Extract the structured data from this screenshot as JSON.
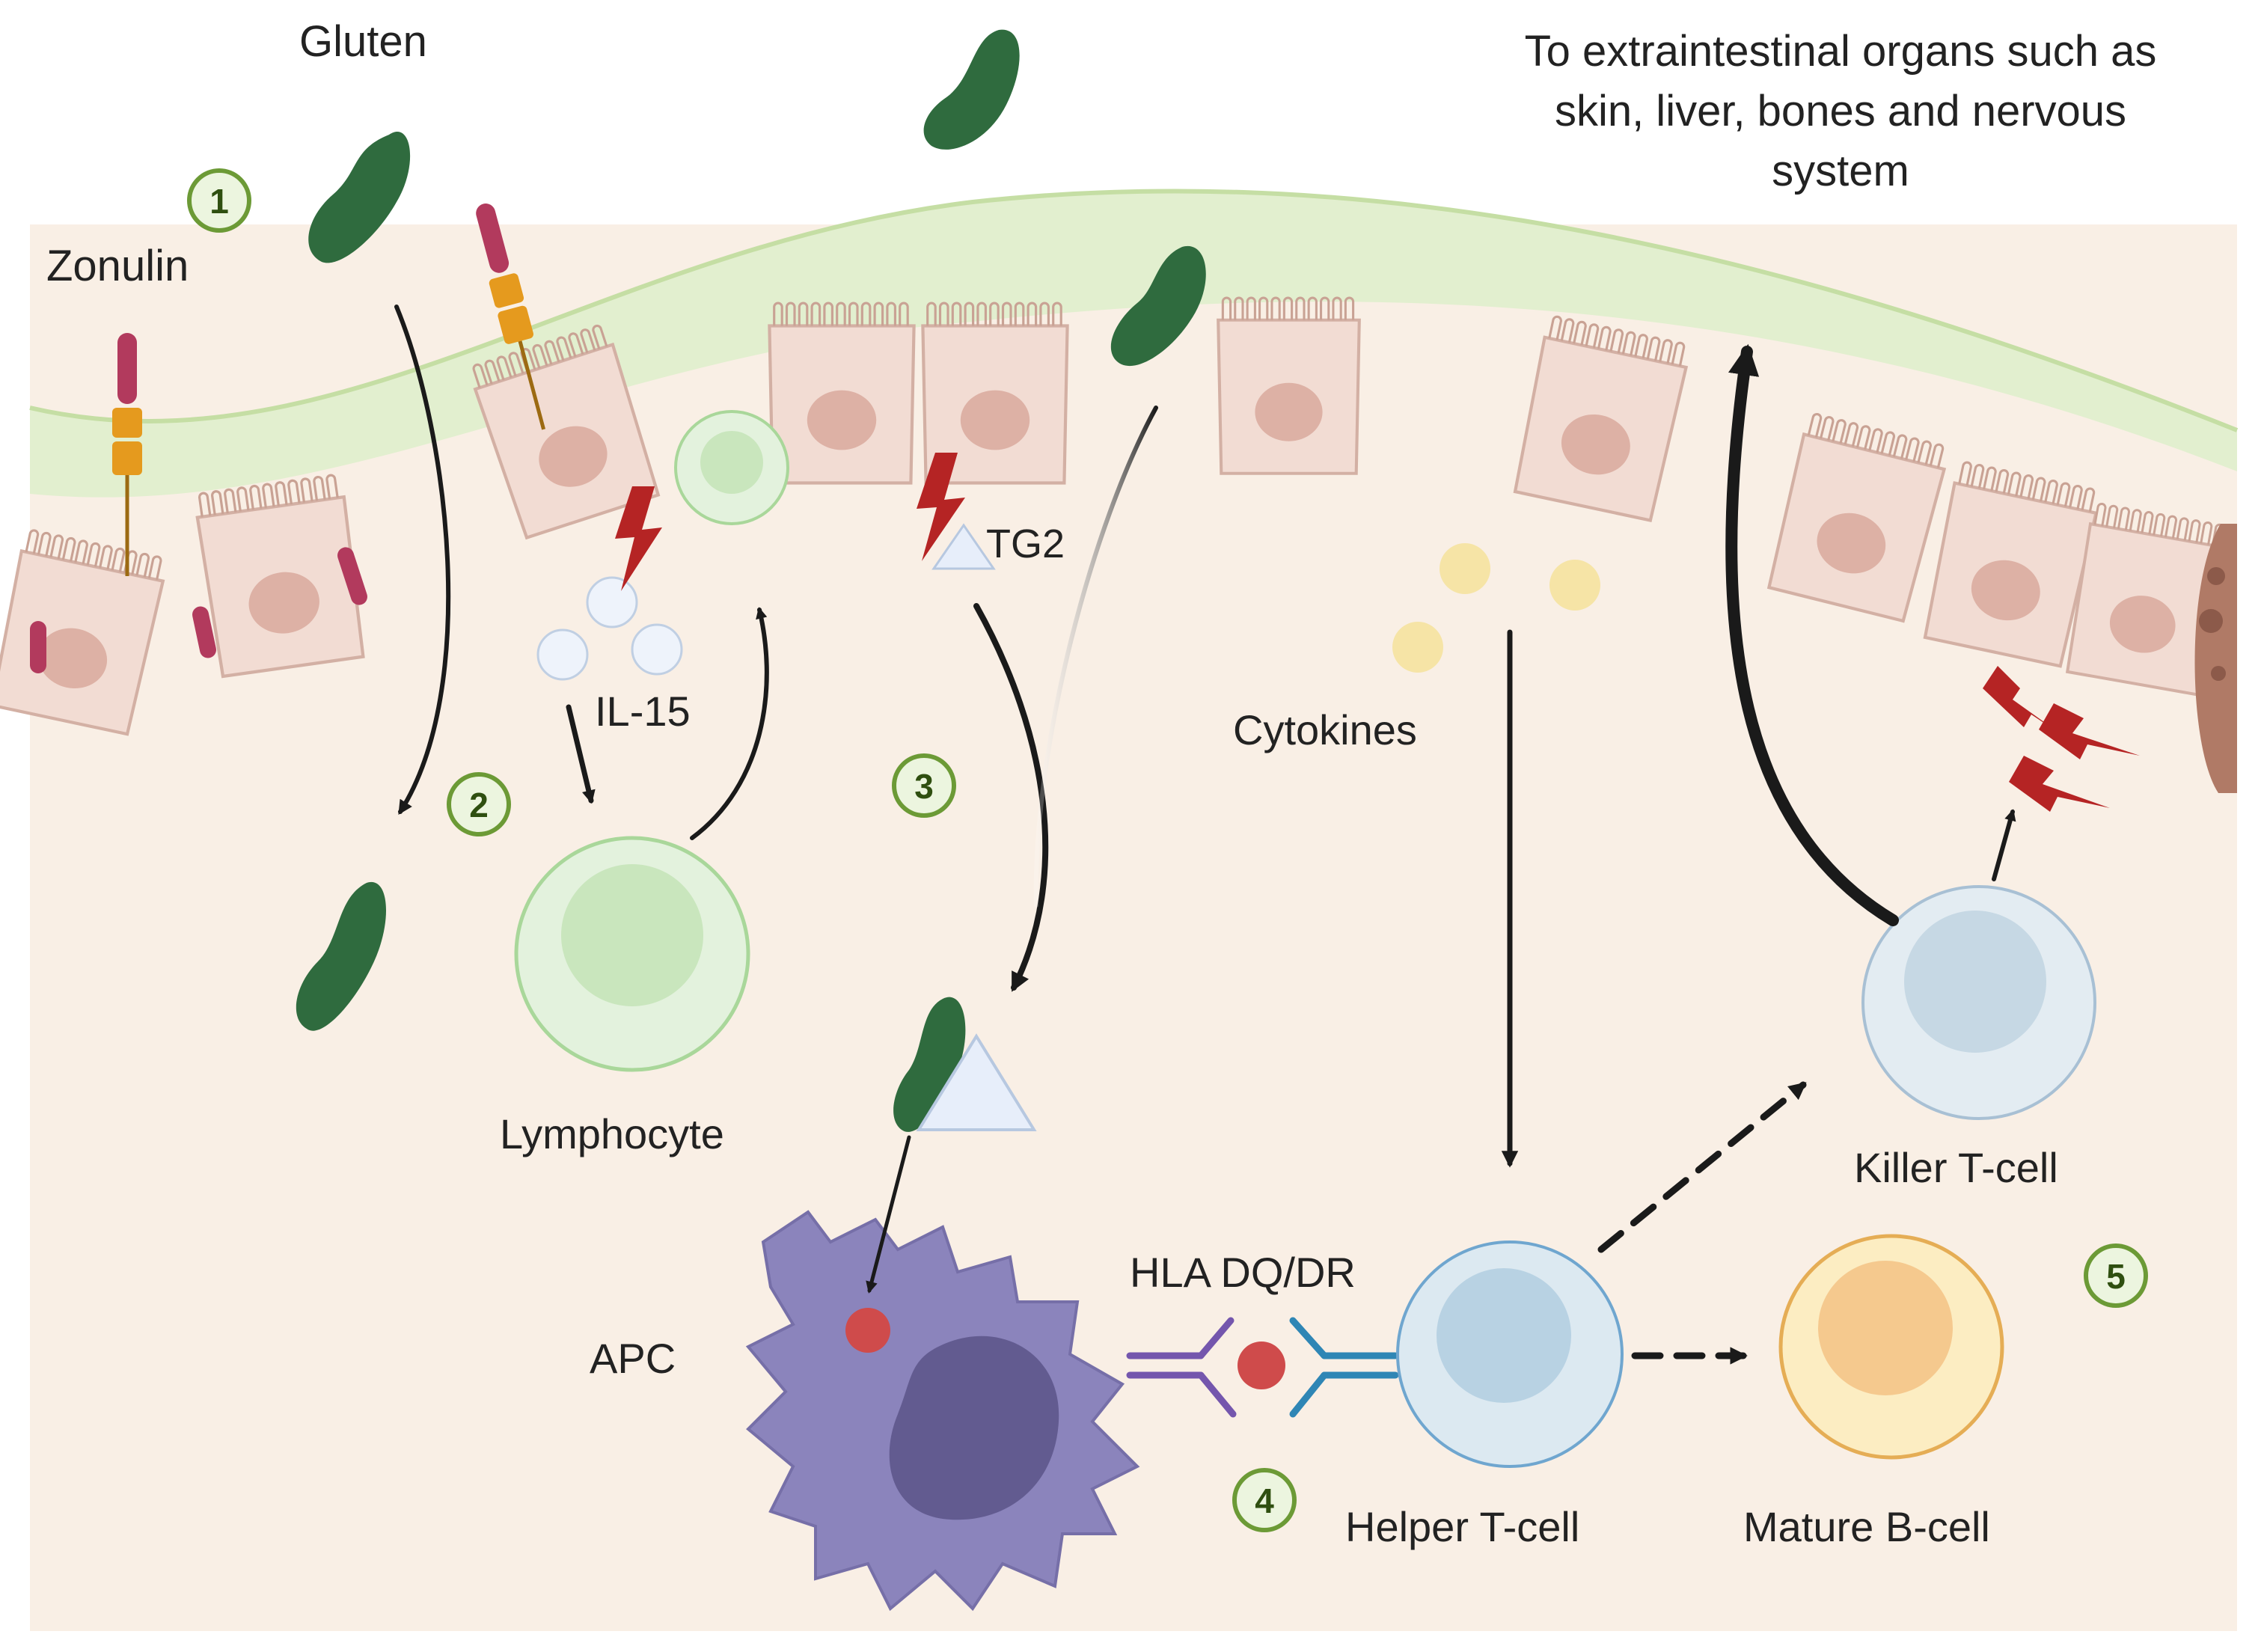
{
  "labels": {
    "gluten": "Gluten",
    "zonulin": "Zonulin",
    "il15": "IL-15",
    "tg2": "TG2",
    "cytokines": "Cytokines",
    "lymphocyte": "Lymphocyte",
    "apc": "APC",
    "hla": "HLA DQ/DR",
    "helper_t_cell": "Helper T-cell",
    "mature_b_cell": "Mature B-cell",
    "killer_t_cell": "Killer T-cell",
    "extraintestinal": [
      "To extraintestinal organs such as",
      "skin, liver, bones and nervous",
      "system"
    ]
  },
  "steps": [
    "1",
    "2",
    "3",
    "4",
    "5"
  ],
  "colors": {
    "lumen_band": "#e2efcf",
    "band_edge": "#c5dea4",
    "lamina": "#f9efe5",
    "enterocyte": "#f2dcd3",
    "enterocyte_outline": "#d3b0a4",
    "nucleus": "#ddb1a5",
    "gluten": "#2f6b3e",
    "lymphocyte": "#e3f2dd",
    "apc": "#8b84bc",
    "apc_nucleus": "#625b90",
    "helper_t": "#dce9f1",
    "killer_t": "#e3ecf2",
    "b_cell": "#fcedc2",
    "b_cell_nucleus": "#f5c98e",
    "antigen": "#cf4b4b",
    "lightning": "#b52424",
    "cytokine": "#f6e4a6",
    "il15_dot": "#eef3fb",
    "step_circle": "#ecf5df",
    "step_ring": "#6c9a36",
    "zonulin_receptor": "#e59a1e",
    "zonulin_head": "#b23a5d",
    "arrow": "#1a1a1a"
  }
}
